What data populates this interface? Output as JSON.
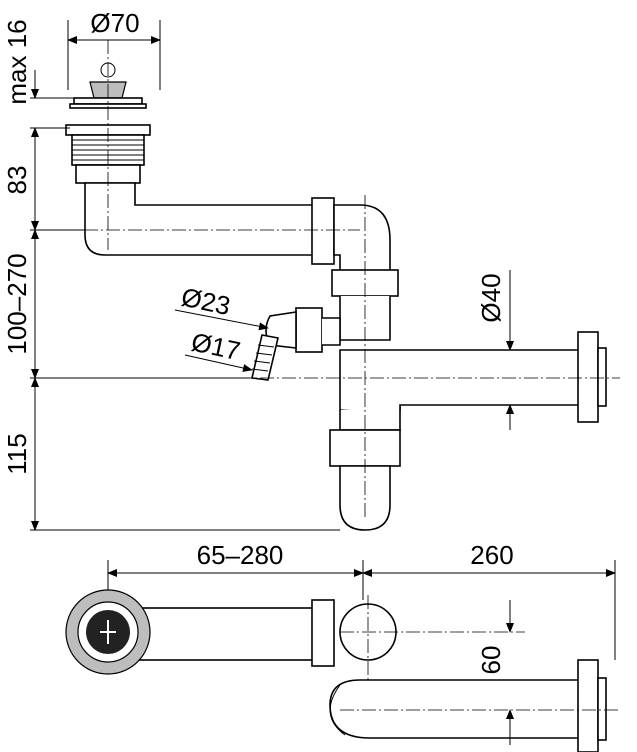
{
  "drawing": {
    "dimensions": {
      "strainer_diameter": "Ø70",
      "strainer_height": "max 16",
      "strainer_to_pipe": "83",
      "pipe_to_outlet": "100–270",
      "outlet_to_bottom": "115",
      "hose_outer_diameter": "Ø23",
      "hose_inner_diameter": "Ø17",
      "outlet_diameter": "Ø40",
      "inlet_span": "65–280",
      "outlet_length": "260",
      "outlet_offset": "60"
    }
  }
}
